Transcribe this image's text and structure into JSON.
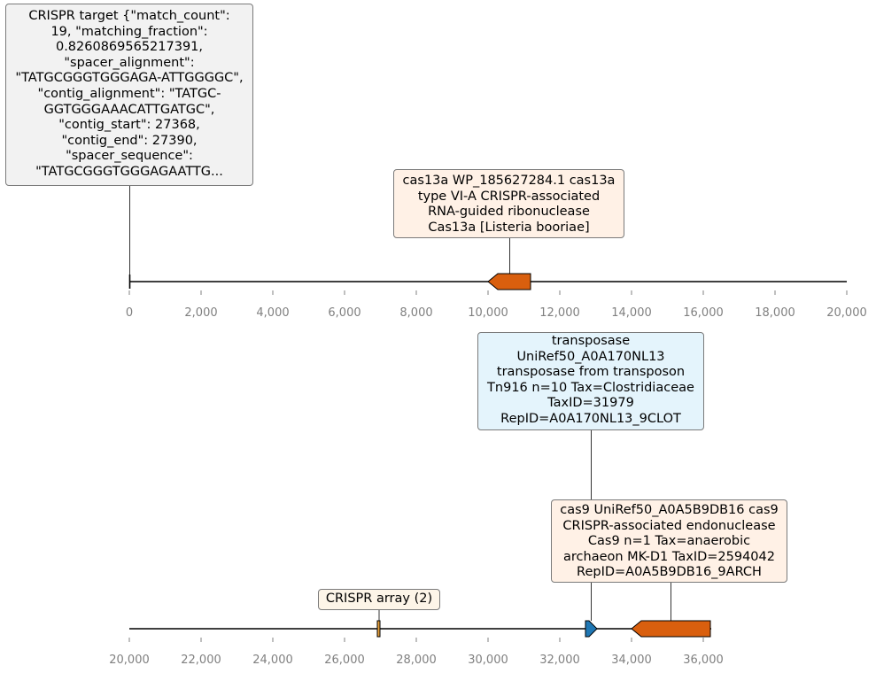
{
  "colors": {
    "gene": "#d95f0e",
    "transposase": "#1f77b4",
    "crispr_array": "#e69f3a",
    "gene_label_bg": "#fff1e6",
    "transposase_label_bg": "#e4f4fc",
    "crispr_label_bg": "#f2f2f2",
    "array_label_bg": "#fdf5e8"
  },
  "tracks": [
    {
      "ticks": [
        "0",
        "2,000",
        "4,000",
        "6,000",
        "8,000",
        "10,000",
        "12,000",
        "14,000",
        "16,000",
        "18,000",
        "20,000"
      ],
      "features": [
        {
          "type": "crispr-target",
          "start": 0,
          "end": 0,
          "color_key": "crispr_label_bg",
          "label": "CRISPR target {\"match_count\":\n19, \"matching_fraction\":\n0.8260869565217391,\n\"spacer_alignment\":\n\"TATGCGGGTGGGAGA-ATTGGGGC\",\n\"contig_alignment\": \"TATGC-\nGGTGGGAAACATTGATGC\",\n\"contig_start\": 27368,\n\"contig_end\": 27390,\n\"spacer_sequence\":\n\"TATGCGGGTGGGAGAATTG..."
        },
        {
          "type": "gene",
          "start": 10000,
          "end": 11200,
          "strand": -1,
          "color_key": "gene_label_bg",
          "label": "cas13a WP_185627284.1 cas13a\ntype VI-A CRISPR-associated\nRNA-guided ribonuclease\nCas13a [Listeria booriae]"
        }
      ]
    },
    {
      "ticks": [
        "20,000",
        "22,000",
        "24,000",
        "26,000",
        "28,000",
        "30,000",
        "32,000",
        "34,000",
        "36,000"
      ],
      "features": [
        {
          "type": "crispr-array",
          "start": 26930,
          "end": 27010,
          "color_key": "array_label_bg",
          "label": "CRISPR array (2)"
        },
        {
          "type": "transposase",
          "start": 32750,
          "end": 33050,
          "strand": 1,
          "color_key": "transposase_label_bg",
          "label": "transposase\nUniRef50_A0A170NL13\ntransposase from transposon\nTn916 n=10 Tax=Clostridiaceae\nTaxID=31979\nRepID=A0A170NL13_9CLOT"
        },
        {
          "type": "gene",
          "start": 34000,
          "end": 36200,
          "strand": -1,
          "color_key": "gene_label_bg",
          "label": "cas9 UniRef50_A0A5B9DB16 cas9\nCRISPR-associated endonuclease\nCas9 n=1 Tax=anaerobic\narchaeon MK-D1 TaxID=2594042\nRepID=A0A5B9DB16_9ARCH"
        }
      ]
    }
  ]
}
